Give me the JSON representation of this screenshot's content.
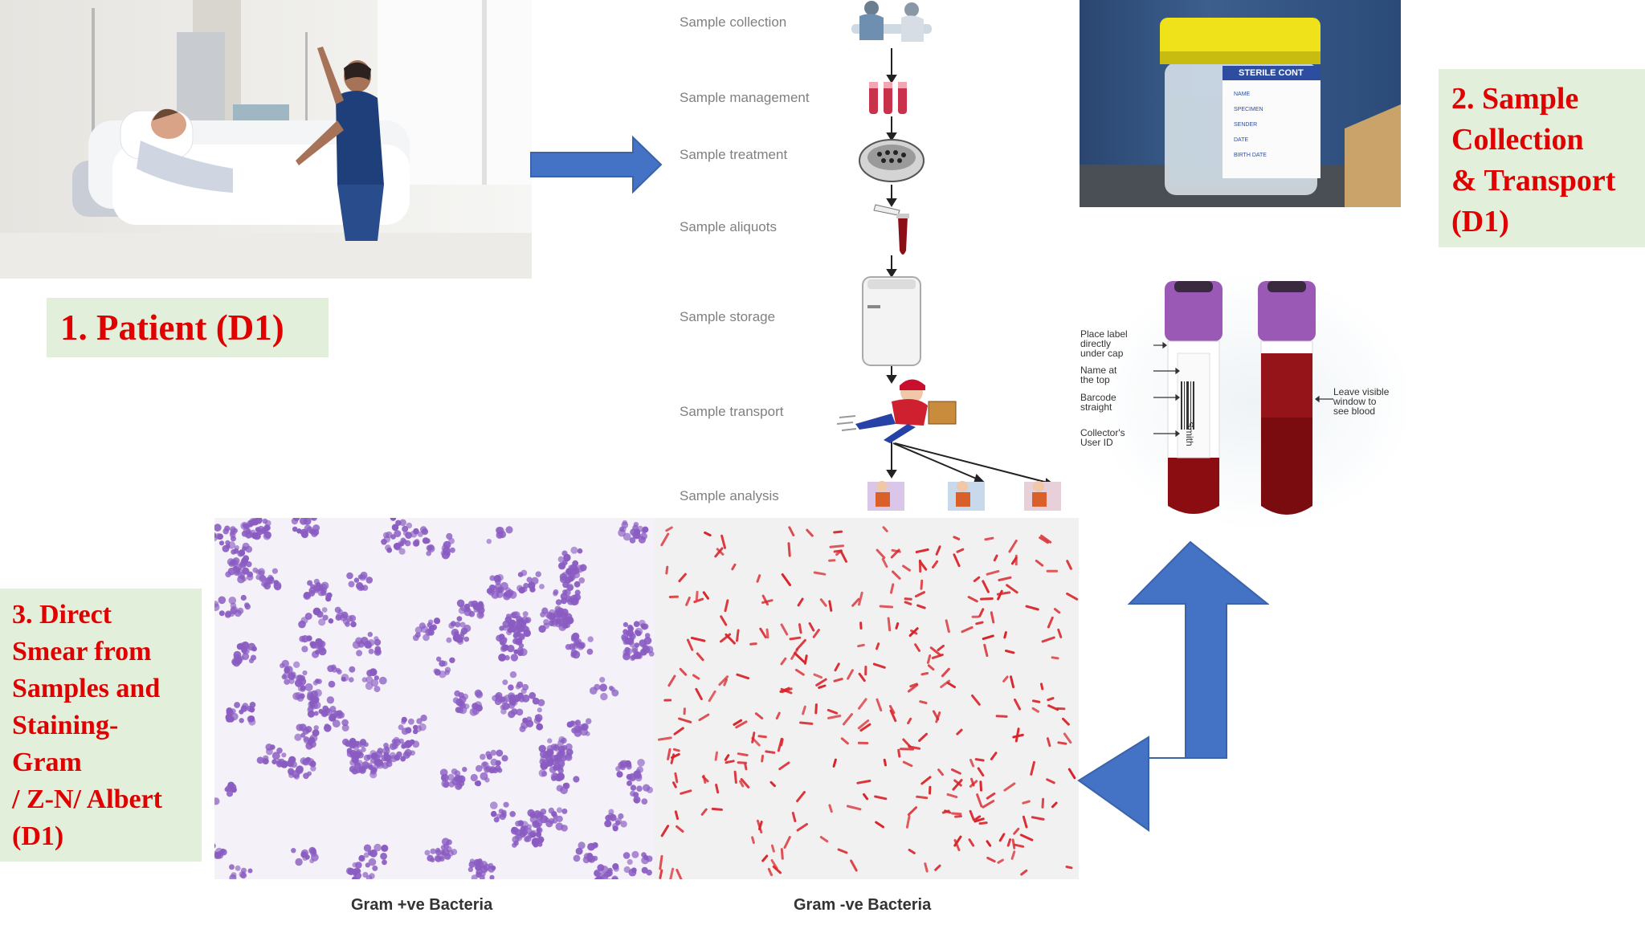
{
  "labels": {
    "patient": "1. Patient (D1)",
    "collection": [
      "2. Sample",
      "Collection",
      "& Transport",
      "(D1)"
    ],
    "smear": [
      "3. Direct",
      "Smear from",
      "Samples and",
      "Staining-",
      "Gram",
      "/ Z-N/ Albert",
      "(D1)"
    ]
  },
  "workflow_steps": [
    "Sample collection",
    "Sample management",
    "Sample treatment",
    "Sample aliquots",
    "Sample storage",
    "Sample transport",
    "Sample analysis"
  ],
  "container_label": {
    "title": "STERILE CONT",
    "fields": [
      "NAME",
      "SPECIMEN",
      "SENDER",
      "DATE",
      "BIRTH DATE"
    ]
  },
  "tube_annotations": {
    "label_place": [
      "Place label",
      "directly",
      "under cap"
    ],
    "name_top": [
      "Name at",
      "the top"
    ],
    "barcode": [
      "Barcode",
      "straight"
    ],
    "collector": [
      "Collector's",
      "User ID"
    ],
    "window": [
      "Leave visible",
      "window to",
      "see blood"
    ],
    "tube_text": "Smith"
  },
  "captions": {
    "gram_pos": "Gram +ve Bacteria",
    "gram_neg": "Gram -ve Bacteria"
  },
  "colors": {
    "label_text": "#e00000",
    "label_bg": "#e2efda",
    "arrow": "#4472c4",
    "gram_pos": "#8a5cc2",
    "gram_neg": "#d9232a"
  }
}
